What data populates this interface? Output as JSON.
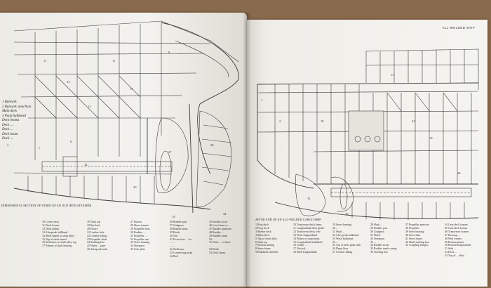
{
  "left_page": {
    "caption": "DIMENSIONAL SECTION OF STERN OF AN OLD IRON STEAMER",
    "callouts": [
      "1  Bulwark",
      "2  Bulwark stanchion",
      "   Main deck",
      "3  Poop bulkhead",
      "   Deck beams",
      "   Deck ...",
      "   Deck ...",
      "   Deck beam",
      "   Deck ..."
    ],
    "legend_columns": [
      [
        "10 Lower deck",
        "11 Deck beams",
        "12 Deck pillars",
        "13 Afterpeak bulkhead",
        "14 Shell tunnel or shaft alley",
        "15 Top of shaft tunnel",
        "16 Stiffeners on shaft alley top",
        "17 Pattern of shaft bearing"
      ],
      [
        "18 Tank top",
        "19 Bar keel",
        "20 Floors",
        "21 Limber hole",
        "22 Cement lifting",
        "23 Propeller shaft",
        "24 Stuffing box",
        "25 Water ... pipe",
        "26 Afterpeak tank"
      ],
      [
        "27 Bosses",
        "28 Shear frames",
        "29 Propeller boss",
        "30 Rudder ...",
        "31 Propeller ...",
        "32 Propeller nut",
        "33 Stern framing",
        "34 Sternpost",
        "35 Sole plate"
      ],
      [
        "36 Rudder post",
        "37 Gudgeon",
        "38 Rudder arms",
        "39 Pintle",
        "40 Nut",
        "41 Protection ... for",
        "   ... ...",
        "   ... ...",
        "42 Stiffeners",
        "43 Connecting strap",
        "44 Bolt"
      ],
      [
        "45 Rudder stock",
        "46 Cast frame or ...",
        "47 Rudder quadrant",
        "48 Rudder ...",
        "49 Rudder trunk",
        "50 ...",
        "51 Deck ... of stern",
        "   ...",
        "52 Pintle",
        "53 Deck beam"
      ]
    ]
  },
  "right_page": {
    "header": "ALL-WELDED SHIP",
    "caption": "AFTER END OF AN ALL-WELDED CARGO SHIP",
    "legend_columns": [
      [
        "1  Boat deck",
        "2  Poop deck",
        "3  Shelter deck",
        "4  Main deck",
        "5  Top of shaft alley",
        "6  Tank top",
        "7  Bottom plating",
        "8  Stern frame",
        "9  Bulkhead stiffener"
      ],
      [
        "10 Transverse deck beam",
        "11 Longitudinal deck girder",
        "12 Transverse deck web",
        "13 Deck longitudinal",
        "14 Pillars or stanchions",
        "15 Longitudinal bulkhead",
        "16 Center ...",
        "17 Vertical ...",
        "18 Shell longitudinal"
      ],
      [
        "19 Stern framing",
        "20 ...",
        "21 Shaft ...",
        "22 After peak bulkhead",
        "23 Wash bulkhead",
        "24 ...",
        "25 Top of after peak tank",
        "26 Deep floor",
        "27 Cement filling"
      ],
      [
        "28 Shaft ...",
        "29 Rudder post",
        "30 Gudgeon",
        "31 Pintle",
        "32 Sternpost",
        "33 ...",
        "34 Rudder stock",
        "35 Rudder trunk casing",
        "36 Stuffing box"
      ],
      [
        "37 Propeller aperture",
        "38 Propeller",
        "39 Stern bearing",
        "40 Stern tube",
        "41 Stern frame",
        "42 Shaft stuffing box",
        "43 Coupling flanges"
      ],
      [
        "44 Cant deck frames",
        "45 Cant deck beams",
        "46 Transverse frames",
        "47 Bracing ...",
        "48 Web frames",
        "49 Bottom plates",
        "50 Bottom longitudinal",
        "51 Side ...",
        "52 Deck ...",
        "53 Top of ... alley"
      ]
    ]
  }
}
